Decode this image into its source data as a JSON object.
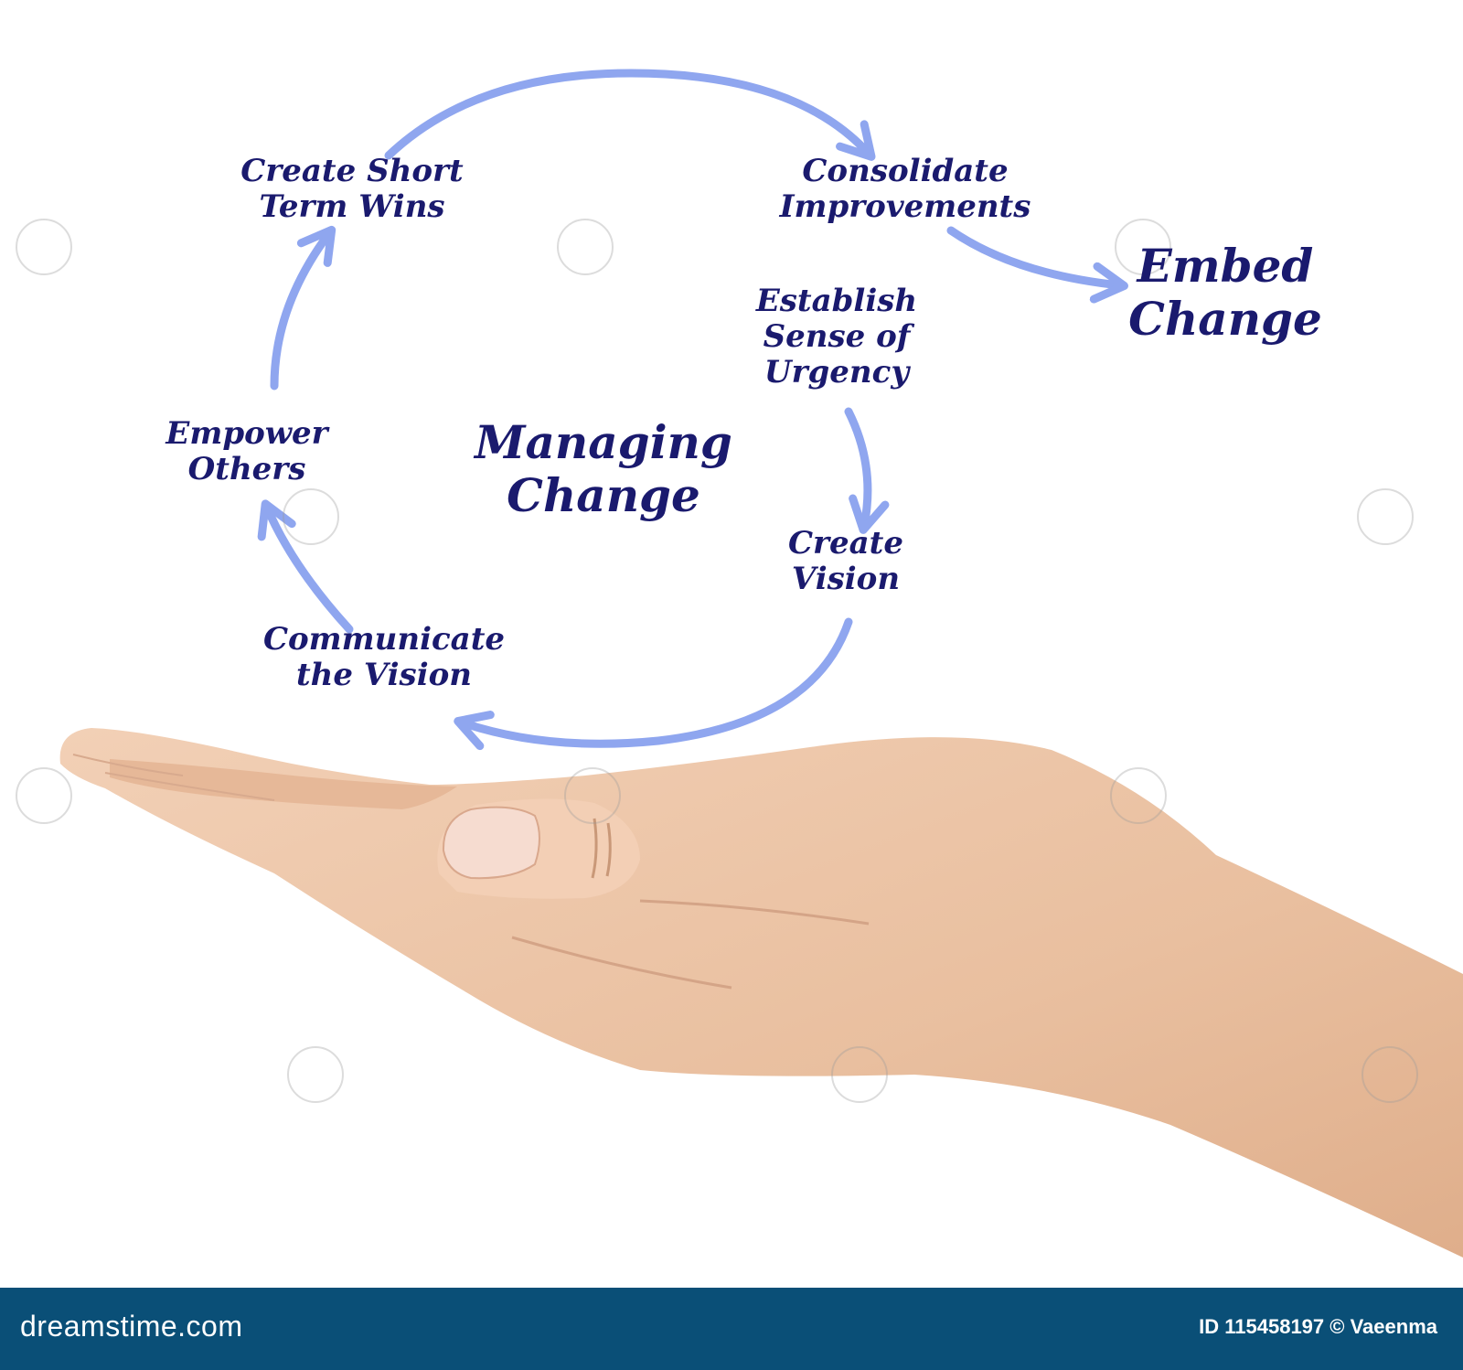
{
  "diagram": {
    "center": {
      "line1": "Managing",
      "line2": "Change"
    },
    "steps": [
      {
        "line1": "Establish",
        "line2": "Sense of",
        "line3": "Urgency"
      },
      {
        "line1": "Create",
        "line2": "Vision"
      },
      {
        "line1": "Communicate",
        "line2": "the Vision"
      },
      {
        "line1": "Empower",
        "line2": "Others"
      },
      {
        "line1": "Create Short",
        "line2": "Term Wins"
      },
      {
        "line1": "Consolidate",
        "line2": "Improvements"
      }
    ],
    "outcome": {
      "line1": "Embed",
      "line2": "Change"
    }
  },
  "footer": {
    "brand": "dreamstime.com",
    "credit": "ID 115458197 © Vaeenma"
  },
  "colors": {
    "arrow": "#8fa6ef",
    "text": "#1a1a6e",
    "footer_bg": "#0a4f77",
    "skin": "#ecc3a4"
  },
  "icons": {
    "arrows": "curved-arrow-icon",
    "hand": "open-palm-hand-image"
  }
}
